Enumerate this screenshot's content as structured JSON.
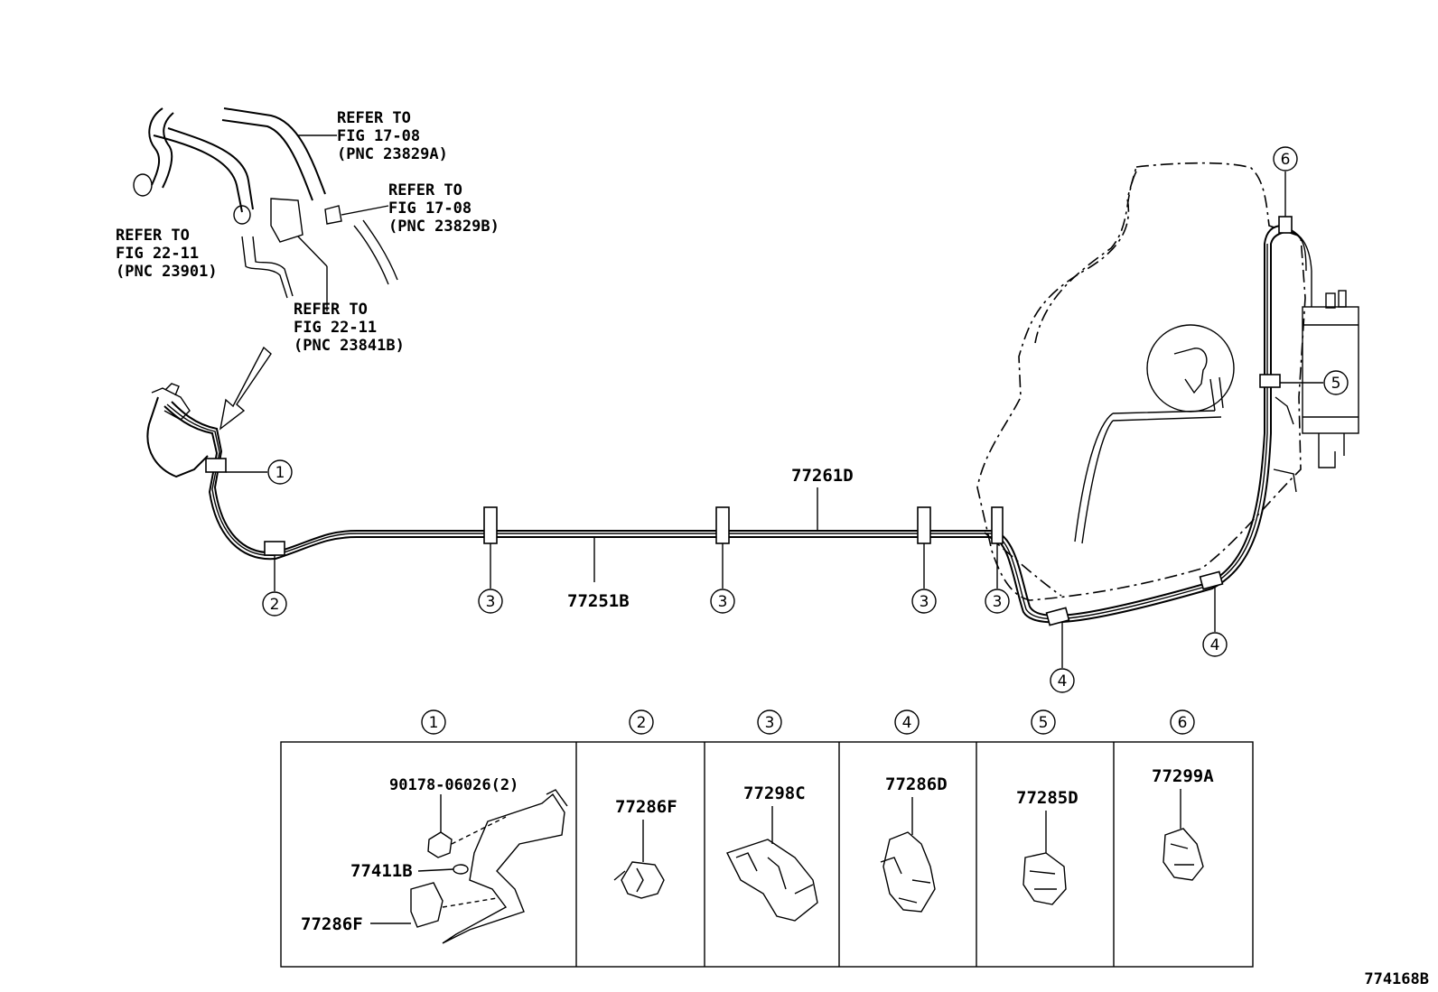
{
  "refs": {
    "ref_17_08_a": [
      "REFER TO",
      "FIG 17-08",
      "(PNC 23829A)"
    ],
    "ref_17_08_b": [
      "REFER TO",
      "FIG 17-08",
      "(PNC 23829B)"
    ],
    "ref_22_11_a": [
      "REFER TO",
      "FIG 22-11",
      "(PNC 23901)"
    ],
    "ref_22_11_b": [
      "REFER TO",
      "FIG 22-11",
      "(PNC 23841B)"
    ]
  },
  "callouts": {
    "c1": "1",
    "c2": "2",
    "c3": "3",
    "c4": "4",
    "c5": "5",
    "c6": "6"
  },
  "parts": {
    "main_tube_upper": "77261D",
    "main_tube_lower": "77251B"
  },
  "detail_table": {
    "headers": [
      "1",
      "2",
      "3",
      "4",
      "5",
      "6"
    ],
    "cell1": {
      "bolt": "90178-06026(2)",
      "bracket": "77411B",
      "clamp": "77286F"
    },
    "cell2": {
      "part": "77286F"
    },
    "cell3": {
      "part": "77298C"
    },
    "cell4": {
      "part": "77286D"
    },
    "cell5": {
      "part": "77285D"
    },
    "cell6": {
      "part": "77299A"
    }
  },
  "figure_id": "774168B"
}
